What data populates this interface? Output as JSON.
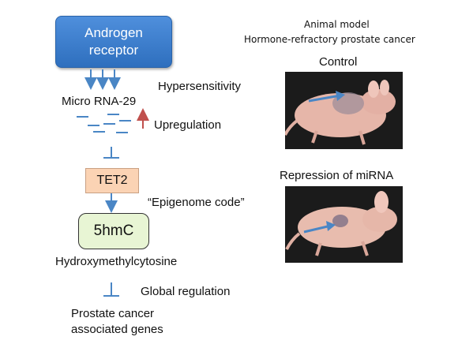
{
  "diagram": {
    "androgen_receptor": "Androgen\nreceptor",
    "hypersensitivity": "Hypersensitivity",
    "micro_rna": "Micro RNA-29",
    "upregulation": "Upregulation",
    "tet2": "TET2",
    "epigenome_code": "“Epigenome code”",
    "fivehmc": "5hmC",
    "hydroxymethylcytosine": "Hydroxymethylcytosine",
    "global_regulation": "Global regulation",
    "target_genes": "Prostate cancer\nassociated genes"
  },
  "animal_model": {
    "title_line1": "Animal model",
    "title_line2": "Hormone-refractory prostate cancer",
    "control_label": "Control",
    "repression_label": "Repression of miRNA"
  },
  "colors": {
    "arrow_blue": "#4a86c5",
    "up_arrow_red": "#c0504d",
    "tet2_fill": "#fbd3b4",
    "hmc_fill": "#e8f5d4"
  }
}
